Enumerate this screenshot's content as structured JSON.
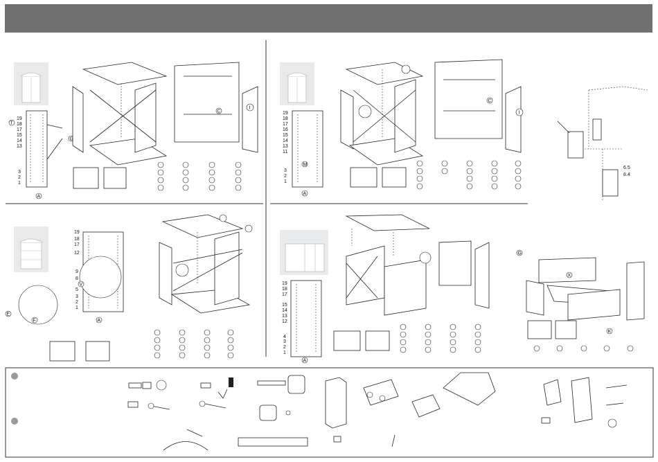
{
  "section_tl": {
    "side_labels": [
      "19",
      "18",
      "17",
      "15",
      "14",
      "13",
      "3",
      "2",
      "1"
    ]
  },
  "section_tr": {
    "side_labels": [
      "19",
      "18",
      "17",
      "16",
      "15",
      "14",
      "13",
      "11",
      "3",
      "2",
      "1"
    ],
    "bracket_labels": [
      "6.5",
      "8.4"
    ]
  },
  "section_bl": {
    "side_labels": [
      "19",
      "18",
      "17",
      "12",
      "9",
      "8",
      "5",
      "3",
      "2",
      "1"
    ]
  },
  "section_br": {
    "side_labels": [
      "19",
      "18",
      "17",
      "15",
      "14",
      "13",
      "12",
      "4",
      "3",
      "2",
      "1"
    ]
  },
  "callout_letters": [
    "A",
    "C",
    "E",
    "F",
    "G",
    "H",
    "I",
    "K",
    "M",
    "T",
    "V",
    "X"
  ]
}
